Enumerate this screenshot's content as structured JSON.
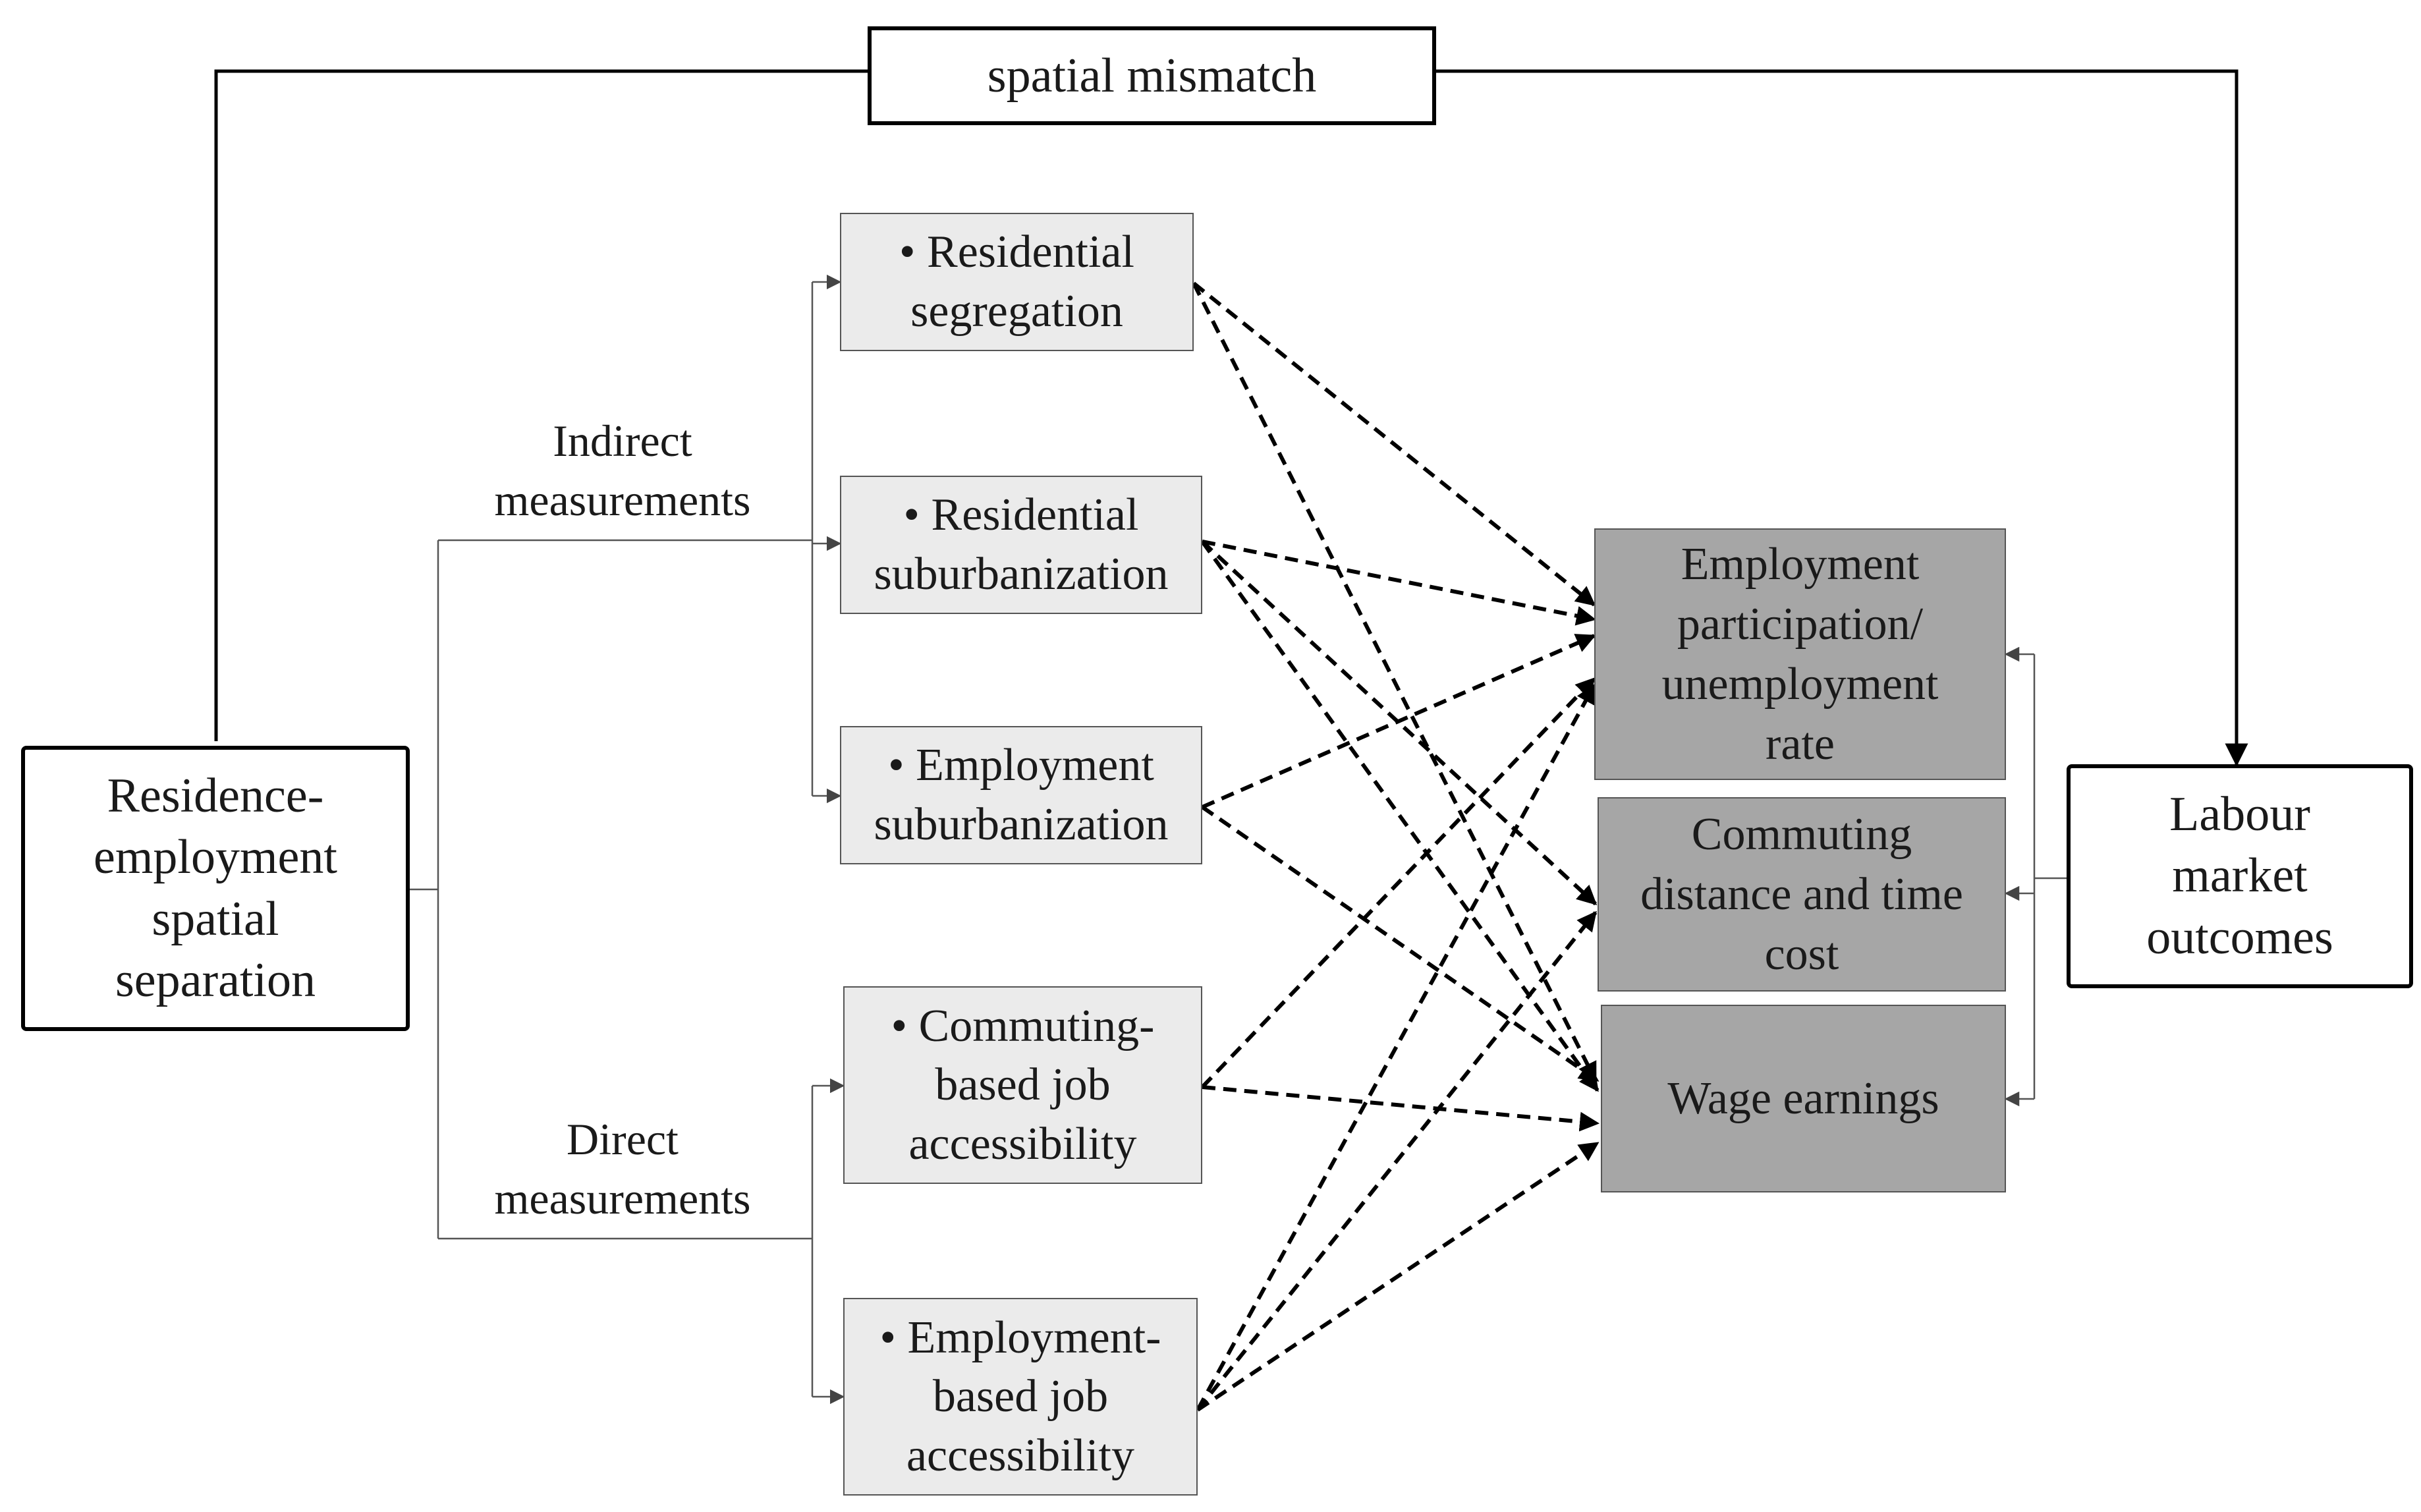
{
  "top": {
    "title": "spatial mismatch"
  },
  "left_box": {
    "lines": [
      "Residence-",
      "employment",
      "spatial",
      "separation"
    ]
  },
  "right_box": {
    "lines": [
      "Labour",
      "market",
      "outcomes"
    ]
  },
  "branch_labels": {
    "indirect": [
      "Indirect",
      "measurements"
    ],
    "direct": [
      "Direct",
      "measurements"
    ]
  },
  "measures": [
    {
      "lines": [
        "• Residential",
        "segregation"
      ]
    },
    {
      "lines": [
        "• Residential",
        "suburbanization"
      ]
    },
    {
      "lines": [
        "• Employment",
        "suburbanization"
      ]
    },
    {
      "lines": [
        "• Commuting-",
        "based job",
        "accessibility"
      ]
    },
    {
      "lines": [
        "• Employment-",
        "based job",
        "accessibility"
      ]
    }
  ],
  "outcomes": [
    {
      "lines": [
        "Employment",
        "participation/",
        "unemployment",
        "rate"
      ]
    },
    {
      "lines": [
        "Commuting",
        "distance and time",
        "cost"
      ]
    },
    {
      "lines": [
        "Wage earnings"
      ]
    }
  ],
  "colors": {
    "measure_fill": "#ebebeb",
    "outcome_fill": "#a6a6a6",
    "line": "#000000",
    "thin_line": "#555555"
  }
}
